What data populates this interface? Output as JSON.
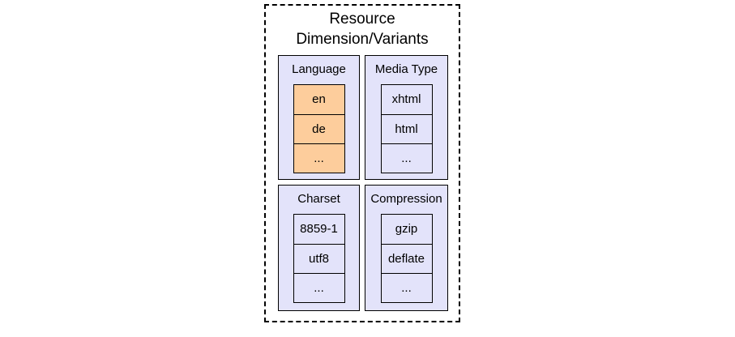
{
  "diagram": {
    "title": {
      "line1": "Resource",
      "line2": "Dimension/Variants"
    },
    "groups": [
      {
        "label": "Language",
        "items": [
          "en",
          "de",
          "..."
        ]
      },
      {
        "label": "Media Type",
        "items": [
          "xhtml",
          "html",
          "..."
        ]
      },
      {
        "label": "Charset",
        "items": [
          "8859-1",
          "utf8",
          "..."
        ]
      },
      {
        "label": "Compression",
        "items": [
          "gzip",
          "deflate",
          "..."
        ]
      }
    ],
    "colors": {
      "background": "#ffffff",
      "box_fill": "#e3e3fa",
      "highlight_fill": "#fdcd9c",
      "border": "#000000"
    }
  }
}
